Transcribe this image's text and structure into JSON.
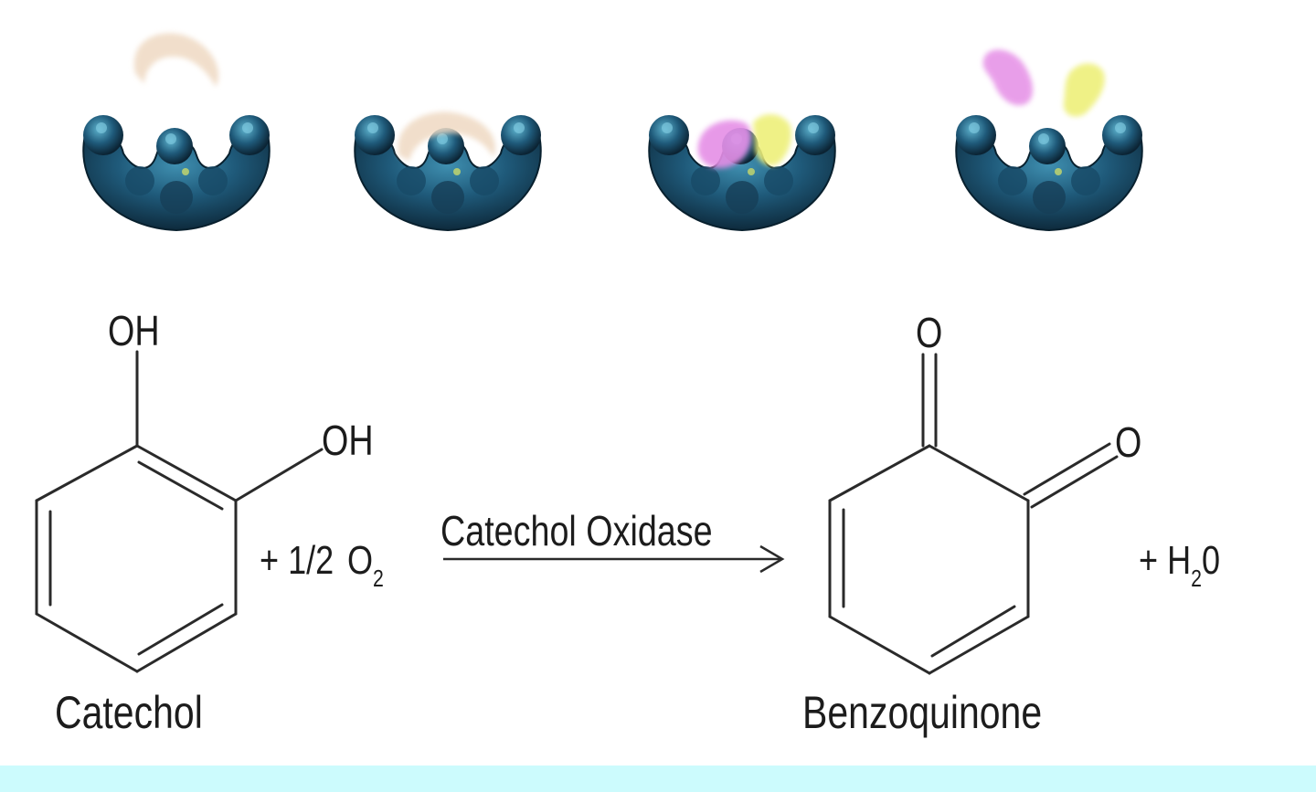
{
  "enzyme_row": {
    "frames": [
      {
        "state": "substrate-approaching"
      },
      {
        "state": "substrate-bound"
      },
      {
        "state": "products-formed"
      },
      {
        "state": "products-released"
      }
    ]
  },
  "reaction": {
    "reactant": {
      "name": "Catechol",
      "substituents": [
        "OH",
        "OH"
      ]
    },
    "coreactant": {
      "prefix": "+ 1/2",
      "formula": "O",
      "subscript": "2"
    },
    "enzyme_label": "Catechol Oxidase",
    "product": {
      "name": "Benzoquinone",
      "substituents": [
        "O",
        "O"
      ]
    },
    "byproduct": {
      "prefix": "+ H",
      "subscript": "2",
      "suffix": "0"
    }
  },
  "colors": {
    "enzyme_dark": "#0d2f45",
    "enzyme_mid": "#1f5a7a",
    "enzyme_highlight": "#4fa3c0",
    "substrate": "#efd9c2",
    "product_a": "#e58ee6",
    "product_b": "#eef07a",
    "bottom_band": "#ccfbfd"
  }
}
